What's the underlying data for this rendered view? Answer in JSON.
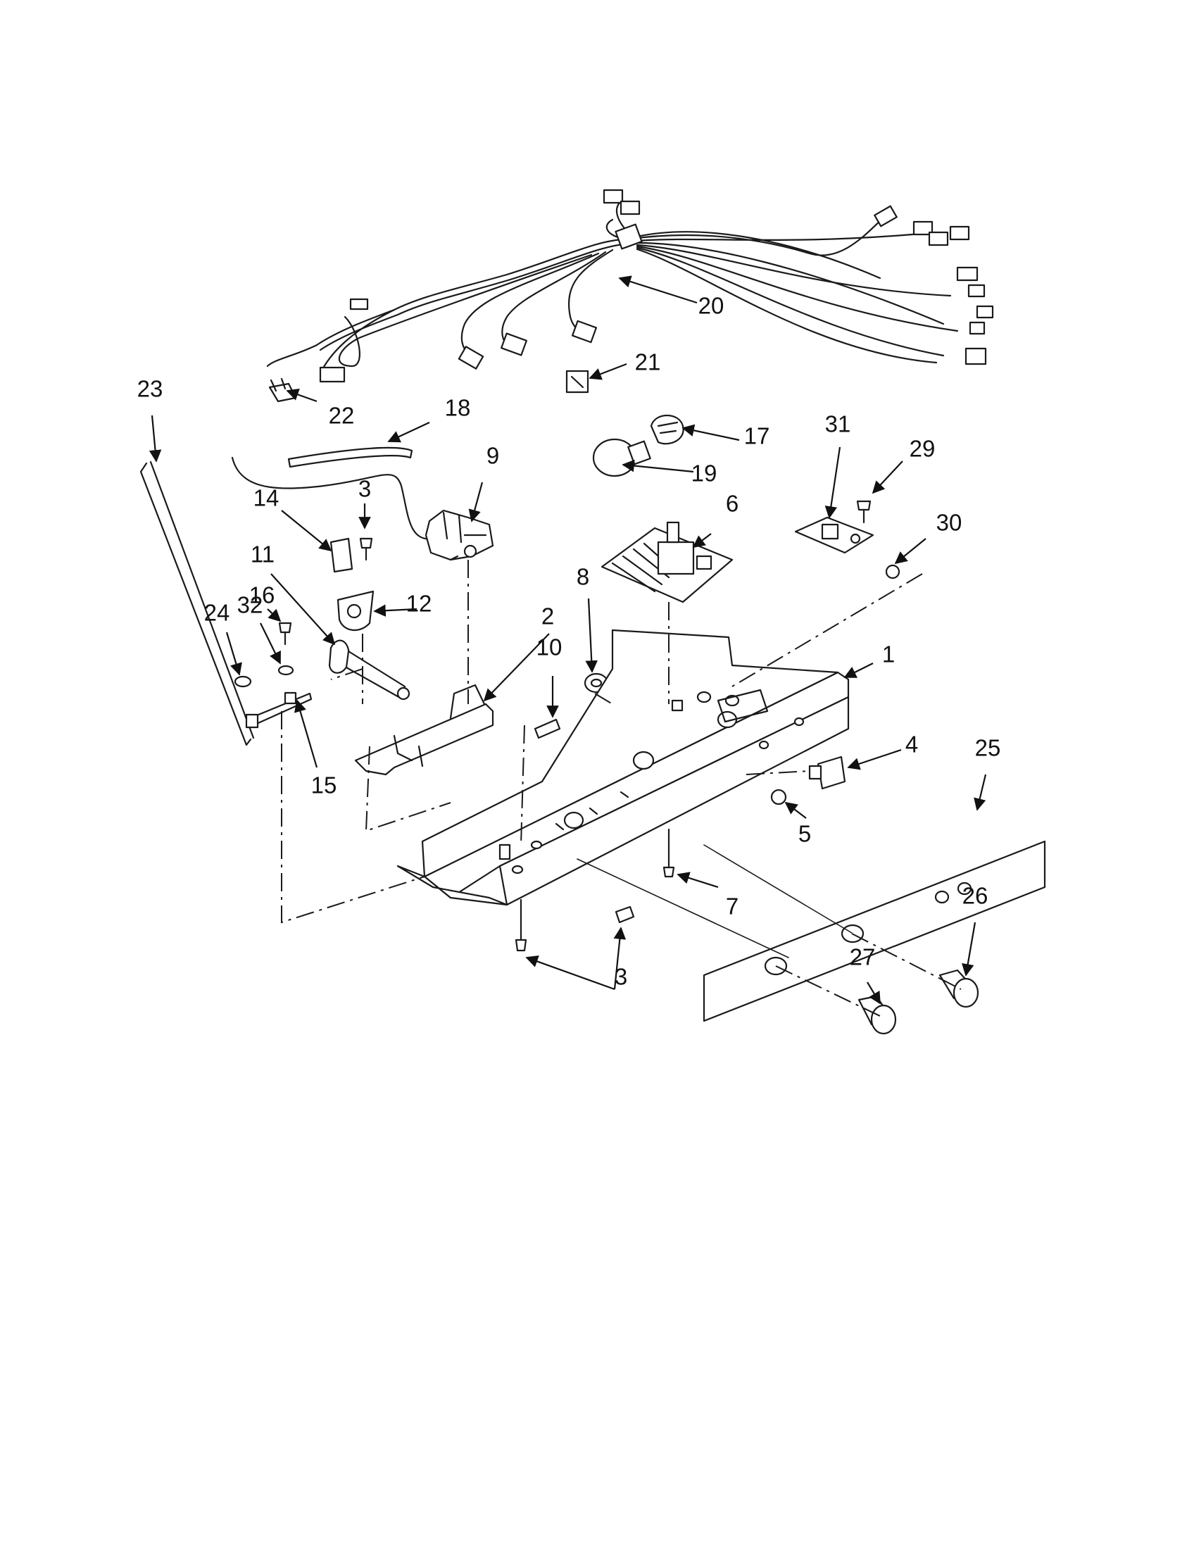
{
  "diagram": {
    "callouts": [
      {
        "id": "c1",
        "label": "1"
      },
      {
        "id": "c2",
        "label": "2"
      },
      {
        "id": "c3a",
        "label": "3"
      },
      {
        "id": "c3b",
        "label": "3"
      },
      {
        "id": "c4",
        "label": "4"
      },
      {
        "id": "c5",
        "label": "5"
      },
      {
        "id": "c6",
        "label": "6"
      },
      {
        "id": "c7",
        "label": "7"
      },
      {
        "id": "c8",
        "label": "8"
      },
      {
        "id": "c9",
        "label": "9"
      },
      {
        "id": "c10",
        "label": "10"
      },
      {
        "id": "c11",
        "label": "11"
      },
      {
        "id": "c12",
        "label": "12"
      },
      {
        "id": "c14",
        "label": "14"
      },
      {
        "id": "c15",
        "label": "15"
      },
      {
        "id": "c16",
        "label": "16"
      },
      {
        "id": "c17",
        "label": "17"
      },
      {
        "id": "c18",
        "label": "18"
      },
      {
        "id": "c19",
        "label": "19"
      },
      {
        "id": "c20",
        "label": "20"
      },
      {
        "id": "c21",
        "label": "21"
      },
      {
        "id": "c22",
        "label": "22"
      },
      {
        "id": "c23",
        "label": "23"
      },
      {
        "id": "c24",
        "label": "24"
      },
      {
        "id": "c25",
        "label": "25"
      },
      {
        "id": "c26",
        "label": "26"
      },
      {
        "id": "c27",
        "label": "27"
      },
      {
        "id": "c29",
        "label": "29"
      },
      {
        "id": "c30",
        "label": "30"
      },
      {
        "id": "c31",
        "label": "31"
      },
      {
        "id": "c32",
        "label": "32"
      }
    ]
  }
}
